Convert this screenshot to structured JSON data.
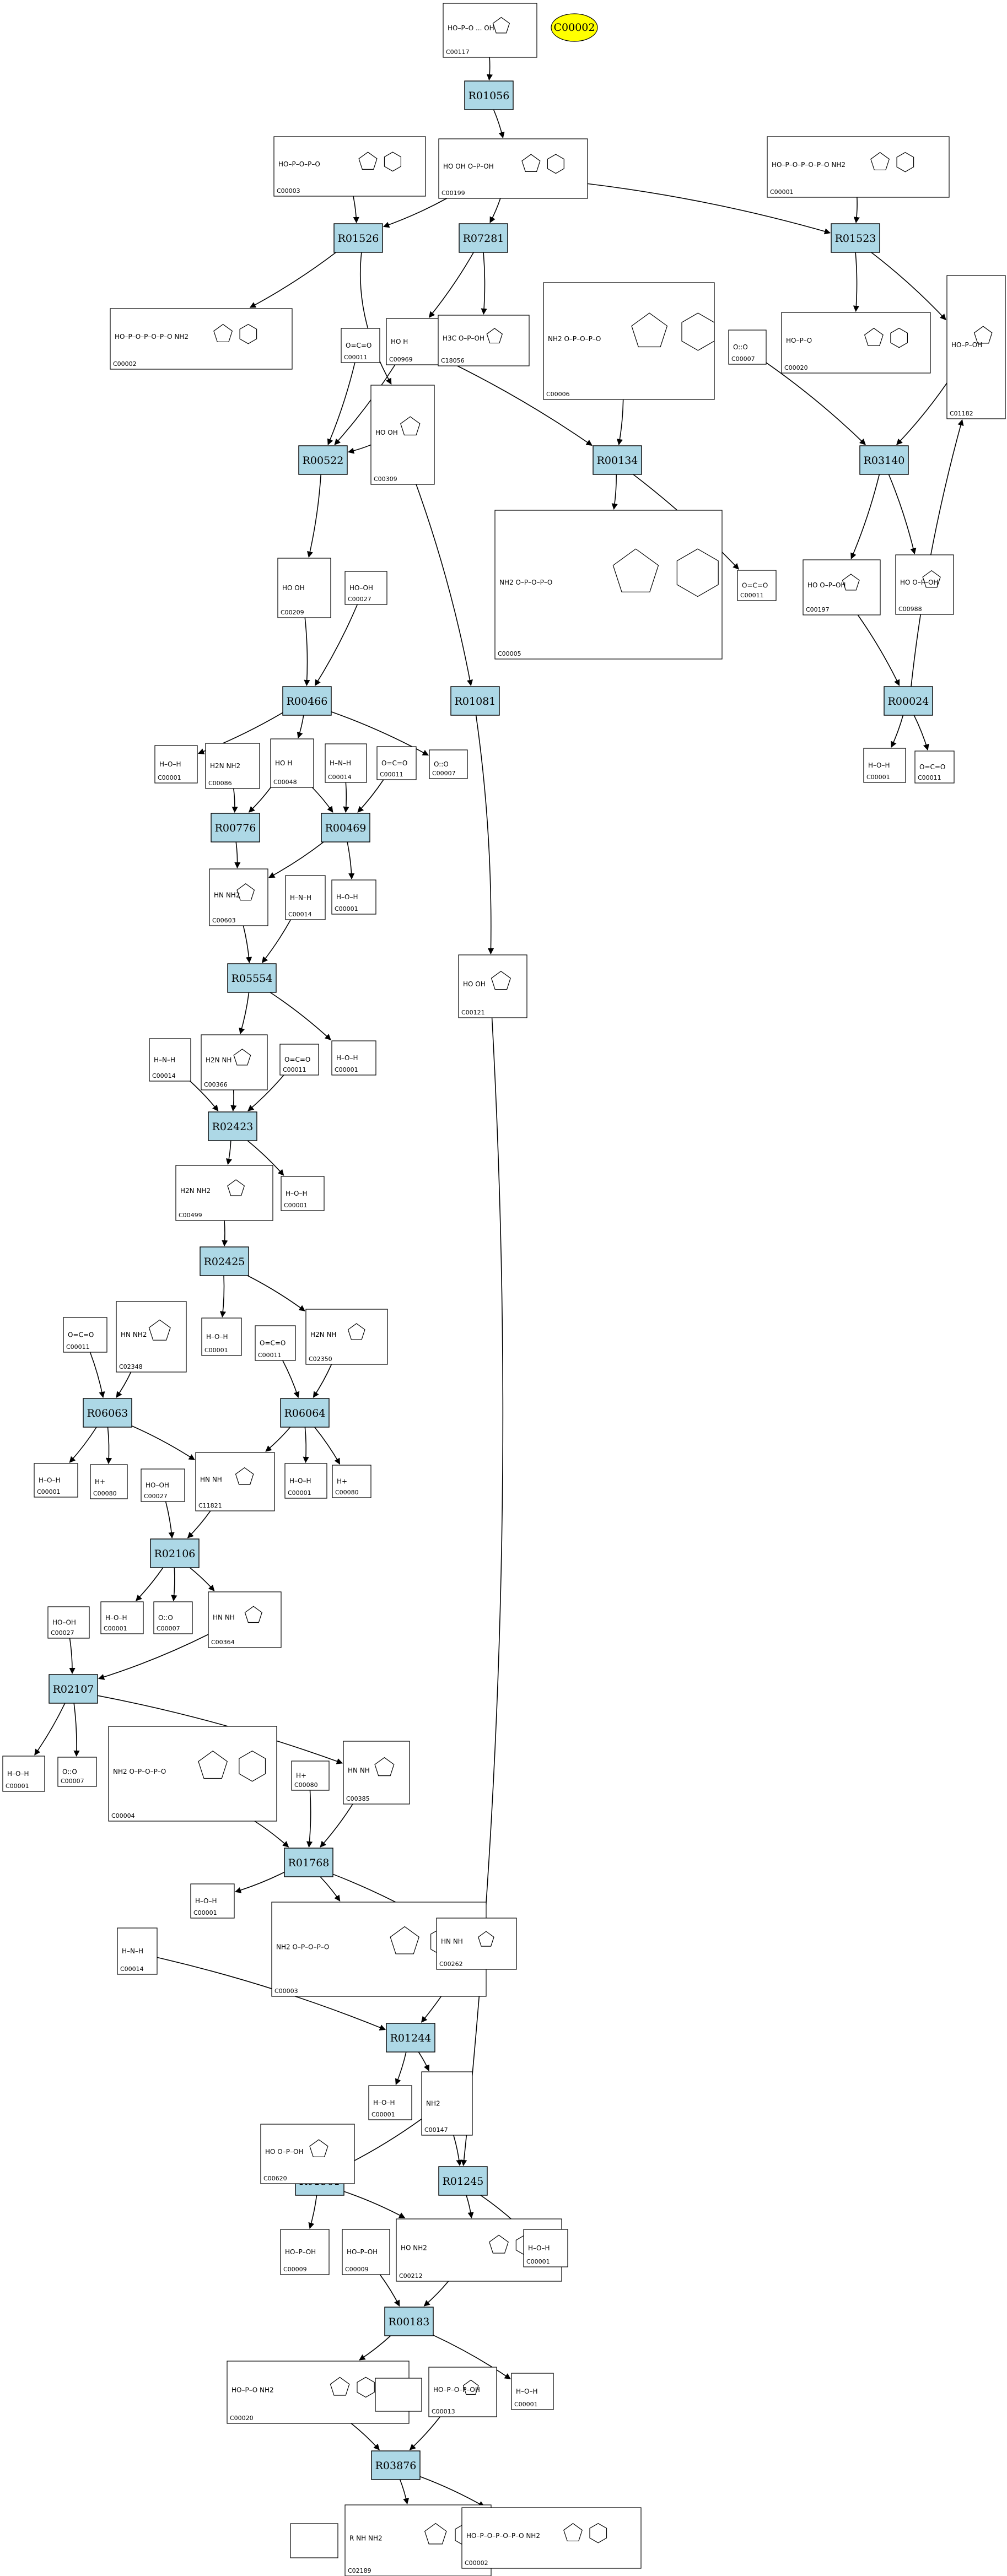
{
  "colors": {
    "reaction_fill": "#add8e6",
    "highlight_fill": "#ffff00",
    "edge": "#000000",
    "node_stroke": "#000000"
  },
  "highlight": {
    "id": "C00002"
  },
  "reactions": [
    {
      "id": "R01056"
    },
    {
      "id": "R01526"
    },
    {
      "id": "R07281"
    },
    {
      "id": "R01523"
    },
    {
      "id": "R00522"
    },
    {
      "id": "R00134"
    },
    {
      "id": "R03140"
    },
    {
      "id": "R00466"
    },
    {
      "id": "R01081"
    },
    {
      "id": "R00024"
    },
    {
      "id": "R00776"
    },
    {
      "id": "R00469"
    },
    {
      "id": "R05554"
    },
    {
      "id": "R02423"
    },
    {
      "id": "R02425"
    },
    {
      "id": "R06063"
    },
    {
      "id": "R06064"
    },
    {
      "id": "R02106"
    },
    {
      "id": "R02107"
    },
    {
      "id": "R01768"
    },
    {
      "id": "R01244"
    },
    {
      "id": "R01561"
    },
    {
      "id": "R01245"
    },
    {
      "id": "R00183"
    },
    {
      "id": "R03876"
    }
  ],
  "compounds": [
    {
      "id": "C00117",
      "text": "HO–P–O ... OH"
    },
    {
      "id": "C00003",
      "text": "HO–P–O–P–O"
    },
    {
      "id": "C00199",
      "text": "HO  OH  O–P–OH"
    },
    {
      "id": "C00001a",
      "id_label": "C00001",
      "text": "HO–P–O–P–O–P–O  NH2"
    },
    {
      "id": "C00002",
      "text": "HO–P–O–P–O–P–O  NH2"
    },
    {
      "id": "C00011a",
      "id_label": "C00011",
      "text": "O=C=O"
    },
    {
      "id": "C00969",
      "text": "HO  H"
    },
    {
      "id": "C18056",
      "text": "H3C  O–P–OH"
    },
    {
      "id": "C00006",
      "text": "NH2  O–P–O–P–O"
    },
    {
      "id": "C00020a",
      "id_label": "C00020",
      "text": "HO–P–O"
    },
    {
      "id": "C00007a",
      "id_label": "C00007",
      "text": "O::O"
    },
    {
      "id": "C01182",
      "text": "HO–P–OH"
    },
    {
      "id": "C00309",
      "text": "HO  OH"
    },
    {
      "id": "C00005",
      "text": "NH2  O–P–O–P–O"
    },
    {
      "id": "C00011b",
      "id_label": "C00011",
      "text": "O=C=O"
    },
    {
      "id": "C00209",
      "text": "HO  OH"
    },
    {
      "id": "C00027a",
      "id_label": "C00027",
      "text": "HO–OH"
    },
    {
      "id": "C00197",
      "text": "HO  O–P–OH"
    },
    {
      "id": "C00988",
      "text": "HO  O–P–OH"
    },
    {
      "id": "C00001b",
      "id_label": "C00001",
      "text": "H–O–H"
    },
    {
      "id": "C00086",
      "text": "H2N  NH2"
    },
    {
      "id": "C00048",
      "text": "HO  H"
    },
    {
      "id": "C00014a",
      "id_label": "C00014",
      "text": "H–N–H"
    },
    {
      "id": "C00011c",
      "id_label": "C00011",
      "text": "O=C=O"
    },
    {
      "id": "C00007b",
      "id_label": "C00007",
      "text": "O::O"
    },
    {
      "id": "C00001c",
      "id_label": "C00001",
      "text": "H–O–H"
    },
    {
      "id": "C00011d",
      "id_label": "C00011",
      "text": "O=C=O"
    },
    {
      "id": "C00603",
      "text": "HN  NH2"
    },
    {
      "id": "C00014b",
      "id_label": "C00014",
      "text": "H–N–H"
    },
    {
      "id": "C00001d",
      "id_label": "C00001",
      "text": "H–O–H"
    },
    {
      "id": "C00121",
      "text": "HO  OH"
    },
    {
      "id": "C00014c",
      "id_label": "C00014",
      "text": "H–N–H"
    },
    {
      "id": "C00366",
      "text": "H2N  NH"
    },
    {
      "id": "C00011e",
      "id_label": "C00011",
      "text": "O=C=O"
    },
    {
      "id": "C00001e",
      "id_label": "C00001",
      "text": "H–O–H"
    },
    {
      "id": "C00499",
      "text": "H2N  NH2"
    },
    {
      "id": "C00001f",
      "id_label": "C00001",
      "text": "H–O–H"
    },
    {
      "id": "C00011f",
      "id_label": "C00011",
      "text": "O=C=O"
    },
    {
      "id": "C02348",
      "text": "HN  NH2"
    },
    {
      "id": "C00001g",
      "id_label": "C00001",
      "text": "H–O–H"
    },
    {
      "id": "C00011g",
      "id_label": "C00011",
      "text": "O=C=O"
    },
    {
      "id": "C02350",
      "text": "H2N  NH"
    },
    {
      "id": "C00001h",
      "id_label": "C00001",
      "text": "H–O–H"
    },
    {
      "id": "C00080a",
      "id_label": "C00080",
      "text": "H+"
    },
    {
      "id": "C00027b",
      "id_label": "C00027",
      "text": "HO–OH"
    },
    {
      "id": "C11821",
      "text": "HN  NH"
    },
    {
      "id": "C00001i",
      "id_label": "C00001",
      "text": "H–O–H"
    },
    {
      "id": "C00080b",
      "id_label": "C00080",
      "text": "H+"
    },
    {
      "id": "C00001j",
      "id_label": "C00001",
      "text": "H–O–H"
    },
    {
      "id": "C00007c",
      "id_label": "C00007",
      "text": "O::O"
    },
    {
      "id": "C00364",
      "text": "HN  NH"
    },
    {
      "id": "C00027c",
      "id_label": "C00027",
      "text": "HO–OH"
    },
    {
      "id": "C00001k",
      "id_label": "C00001",
      "text": "H–O–H"
    },
    {
      "id": "C00007d",
      "id_label": "C00007",
      "text": "O::O"
    },
    {
      "id": "C00004",
      "text": "NH2  O–P–O–P–O"
    },
    {
      "id": "C00080c",
      "id_label": "C00080",
      "text": "H+"
    },
    {
      "id": "C00385",
      "text": "HN  NH"
    },
    {
      "id": "C00001l",
      "id_label": "C00001",
      "text": "H–O–H"
    },
    {
      "id": "C00003b",
      "id_label": "C00003",
      "text": "NH2  O–P–O–P–O"
    },
    {
      "id": "C00262",
      "text": "HN  NH"
    },
    {
      "id": "C00014d",
      "id_label": "C00014",
      "text": "H–N–H"
    },
    {
      "id": "C00001m",
      "id_label": "C00001",
      "text": "H–O–H"
    },
    {
      "id": "C00147",
      "text": "NH2"
    },
    {
      "id": "C00620",
      "text": "HO  O–P–OH"
    },
    {
      "id": "C00009a",
      "id_label": "C00009",
      "text": "HO–P–OH"
    },
    {
      "id": "C00009b",
      "id_label": "C00009",
      "text": "HO–P–OH"
    },
    {
      "id": "C00212",
      "text": "HO  NH2"
    },
    {
      "id": "C00001n",
      "id_label": "C00001",
      "text": "H–O–H"
    },
    {
      "id": "C00020b",
      "id_label": "C00020",
      "text": "HO–P–O  NH2"
    },
    {
      "id": "C00013",
      "text": "HO–P–O–P–OH"
    },
    {
      "id": "C00001o",
      "id_label": "C00001",
      "text": "H–O–H"
    },
    {
      "id": "C02189",
      "text": "R  NH  NH2"
    },
    {
      "id": "C00002b",
      "id_label": "C00002",
      "text": "HO–P–O–P–O–P–O  NH2"
    }
  ]
}
